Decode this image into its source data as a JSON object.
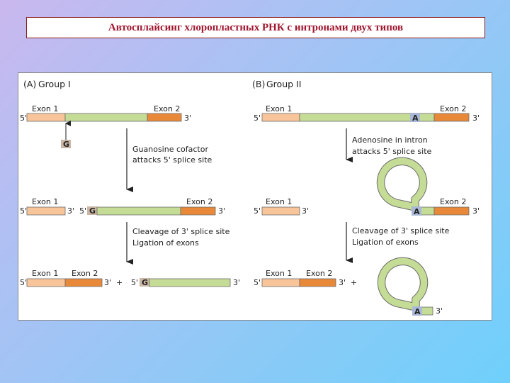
{
  "title": "Автосплайсинг хлоропластных РНК с интронами двух типов",
  "panels": [
    {
      "header_letter": "(A)",
      "header_group": "Group I"
    },
    {
      "header_letter": "(B)",
      "header_group": "Group II"
    }
  ],
  "labels": {
    "exon1": "Exon 1",
    "exon2": "Exon 2",
    "five_prime": "5'",
    "three_prime": "3'",
    "plus": "+",
    "guanosine": "G",
    "adenosine": "A"
  },
  "steps": {
    "a_step1_line1": "Guanosine cofactor",
    "a_step1_line2": "attacks 5' splice site",
    "a_step2_line1": "Cleavage of 3' splice site",
    "a_step2_line2": "Ligation of exons",
    "b_step1_line1": "Adenosine in intron",
    "b_step1_line2": "attacks 5' splice site",
    "b_step2_line1": "Cleavage of 3' splice site",
    "b_step2_line2": "Ligation of exons"
  },
  "colors": {
    "exon1": "#f8c59a",
    "exon2": "#e8893a",
    "intron": "#c5dc96",
    "nucleotide_box": "#c9b6a4",
    "title_text": "#a0162e"
  }
}
